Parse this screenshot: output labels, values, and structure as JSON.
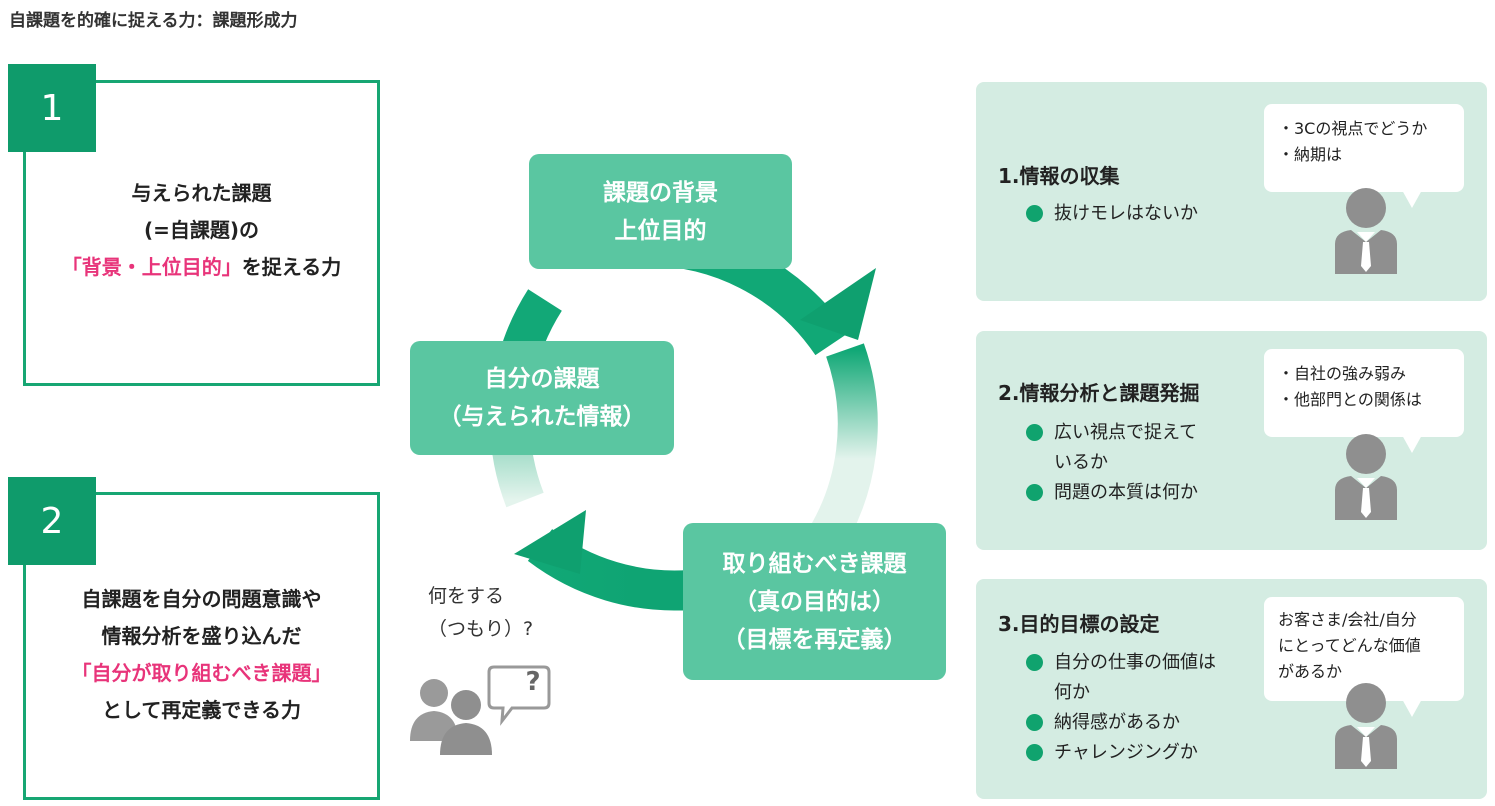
{
  "title": "自課題を的確に捉える力：課題形成力",
  "box1": {
    "number": "1",
    "line1": "与えられた課題",
    "line2": "(=自課題)の",
    "line3_highlight": "「背景・上位目的」",
    "line3_rest": "を捉える力"
  },
  "box2": {
    "number": "2",
    "line1": "自課題を自分の問題意識や",
    "line2": "情報分析を盛り込んだ",
    "line3_highlight": "「自分が取り組むべき課題」",
    "line4": "として再定義できる力"
  },
  "cycle": {
    "top": {
      "line1": "課題の背景",
      "line2": "上位目的"
    },
    "left": {
      "line1": "自分の課題",
      "line2": "（与えられた情報）"
    },
    "bottom": {
      "line1": "取り組むべき課題",
      "line2": "（真の目的は）",
      "line3": "（目標を再定義）"
    }
  },
  "people": {
    "line1": "何をする",
    "line2": "（つもり）?",
    "bubble_symbol": "?"
  },
  "panels": [
    {
      "heading": "1.情報の収集",
      "items": [
        "抜けモレはないか"
      ],
      "bubble": [
        "・3Cの視点でどうか",
        "・納期は"
      ]
    },
    {
      "heading": "2.情報分析と課題発掘",
      "items": [
        "広い視点で捉えて",
        "問題の本質は何か"
      ],
      "item_continuation": "いるか",
      "bubble": [
        "・自社の強み弱み",
        "・他部門との関係は"
      ]
    },
    {
      "heading": "3.目的目標の設定",
      "items": [
        "自分の仕事の価値は",
        "納得感があるか",
        "チャレンジングか"
      ],
      "item_continuation": "何か",
      "bubble": [
        "お客さま/会社/自分",
        "にとってどんな価値",
        "があるか"
      ]
    }
  ],
  "colors": {
    "green_dark": "#0f9b6b",
    "green_box": "#5ac6a1",
    "panel_bg": "#d4ece2",
    "highlight": "#e8347a"
  }
}
